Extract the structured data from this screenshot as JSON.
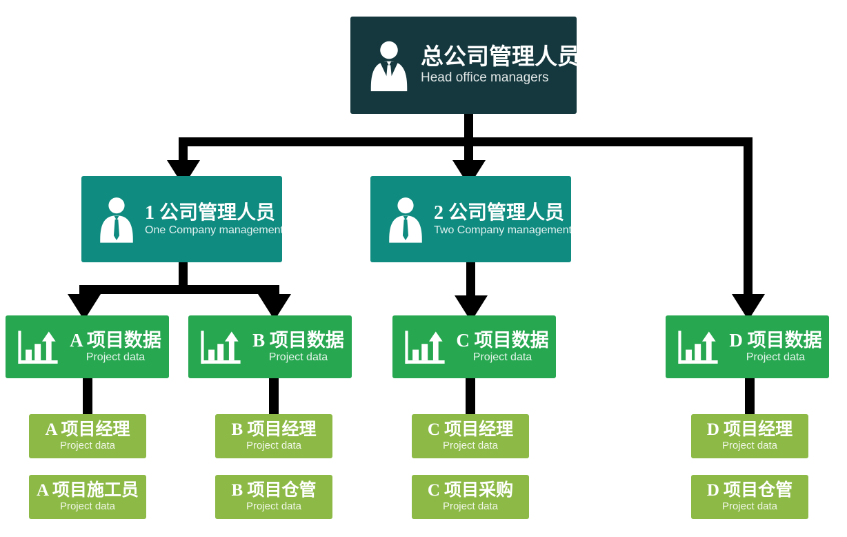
{
  "diagram_type": "organization-chart",
  "colors": {
    "background": "#ffffff",
    "head_bg": "#14383e",
    "company_bg": "#0f8b80",
    "project_bg": "#27a750",
    "role_bg": "#8dba47",
    "connector": "#000000",
    "text": "#ffffff"
  },
  "icons": {
    "head": "person-suit-icon",
    "company": "person-tie-icon",
    "project": "bar-chart-up-icon"
  },
  "org": {
    "head": {
      "zh": "总公司管理人员",
      "en": "Head office managers"
    },
    "companies": [
      {
        "zh": "1 公司管理人员",
        "en": "One Company management"
      },
      {
        "zh": "2 公司管理人员",
        "en": "Two Company management"
      }
    ],
    "projects": [
      {
        "zh": "A 项目数据",
        "en": "Project data"
      },
      {
        "zh": "B 项目数据",
        "en": "Project data"
      },
      {
        "zh": "C 项目数据",
        "en": "Project data"
      },
      {
        "zh": "D 项目数据",
        "en": "Project data"
      }
    ],
    "managers": [
      {
        "zh": "A 项目经理",
        "en": "Project data"
      },
      {
        "zh": "B 项目经理",
        "en": "Project data"
      },
      {
        "zh": "C 项目经理",
        "en": "Project data"
      },
      {
        "zh": "D 项目经理",
        "en": "Project data"
      }
    ],
    "staff": [
      {
        "zh": "A 项目施工员",
        "en": "Project data"
      },
      {
        "zh": "B 项目仓管",
        "en": "Project data"
      },
      {
        "zh": "C 项目采购",
        "en": "Project data"
      },
      {
        "zh": "D 项目仓管",
        "en": "Project data"
      }
    ]
  }
}
